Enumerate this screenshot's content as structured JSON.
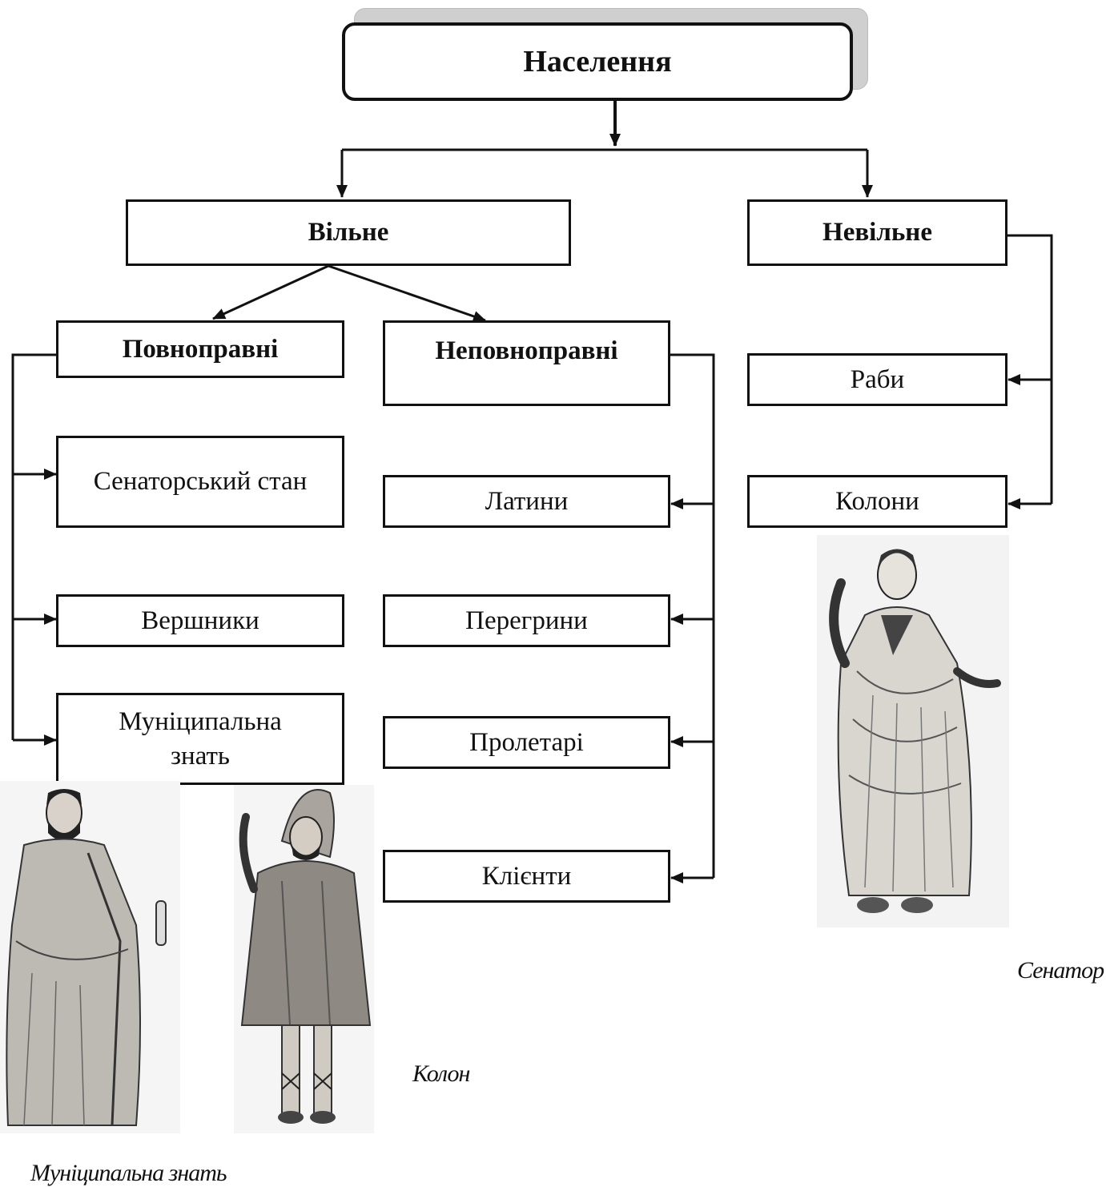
{
  "root": {
    "label": "Населення"
  },
  "level1": {
    "free": "Вільне",
    "unfree": "Невільне"
  },
  "level2": {
    "full_rights": "Повноправні",
    "partial_rights": "Неповноправні"
  },
  "full_rights_groups": [
    "Сенаторський стан",
    "Вершники",
    "Муніципальна знать"
  ],
  "partial_rights_groups": [
    "Латини",
    "Перегрини",
    "Пролетарі",
    "Клієнти"
  ],
  "unfree_groups": [
    "Раби",
    "Колони"
  ],
  "captions": {
    "senator": "Сенатор",
    "colon": "Колон",
    "municipal_nobility": "Муніципальна знать"
  },
  "figures": [
    "senator-figure",
    "municipal-nobility-figure",
    "colon-figure"
  ]
}
